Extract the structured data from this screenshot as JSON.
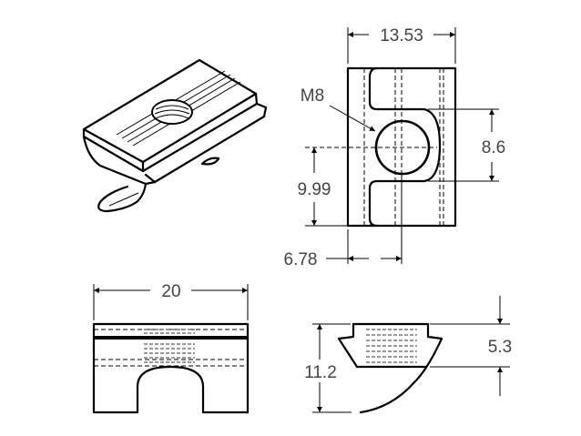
{
  "title": "T-slot nut M8 technical drawing",
  "dimensions": {
    "top_width": "13.53",
    "thread": "M8",
    "slot_height": "8.6",
    "center_height": "9.99",
    "center_offset": "6.78",
    "length": "20",
    "total_height": "11.2",
    "body_height": "5.3"
  }
}
